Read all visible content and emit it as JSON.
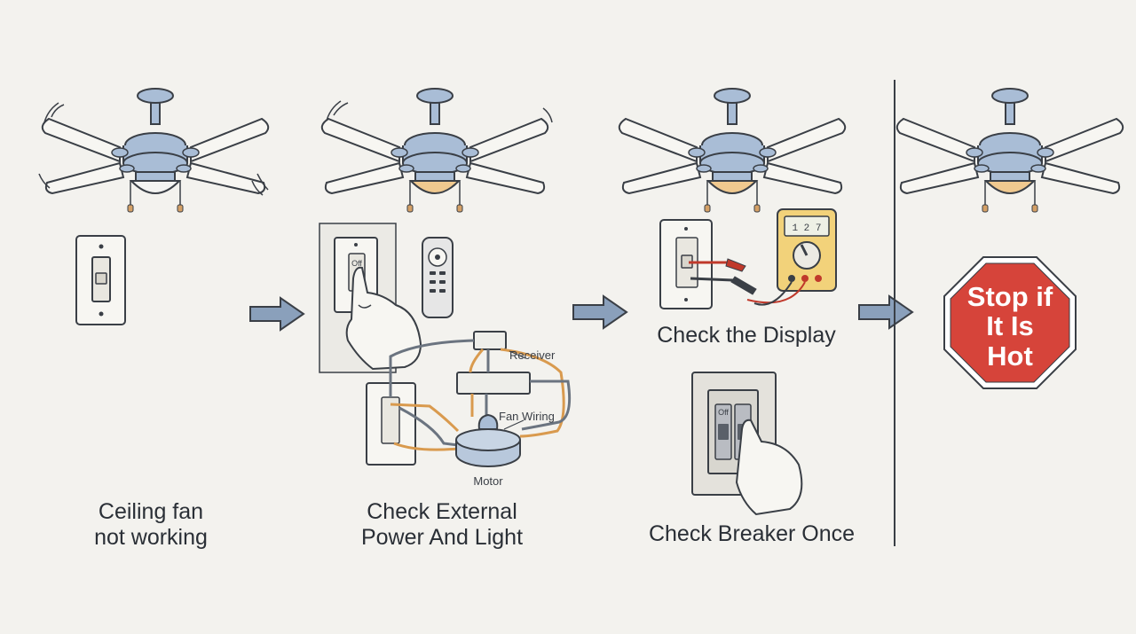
{
  "steps": [
    {
      "label_line1": "Ceiling fan",
      "label_line2": "not working"
    },
    {
      "label_line1": "Check External",
      "label_line2": "Power And Light"
    },
    {
      "label_top": "Check the Display",
      "label_bottom": "Check Breaker Once"
    },
    {
      "stop_line1": "Stop if",
      "stop_line2": "It Is",
      "stop_line3": "Hot"
    }
  ],
  "wiring": {
    "receiver": "Receiver",
    "fan_wiring": "Fan Wiring",
    "motor": "Motor"
  },
  "switch_text": {
    "off_switch": "Off",
    "breaker": "Off"
  },
  "colors": {
    "background": "#f3f2ee",
    "fan_body": "#a9bdd6",
    "light_off": "#f4f4f2",
    "light_on": "#f0c98f",
    "stop_sign": "#d6443a",
    "arrow": "#8aa0bb",
    "wire_orange": "#d99a4e",
    "wire_gray": "#6b7480"
  }
}
